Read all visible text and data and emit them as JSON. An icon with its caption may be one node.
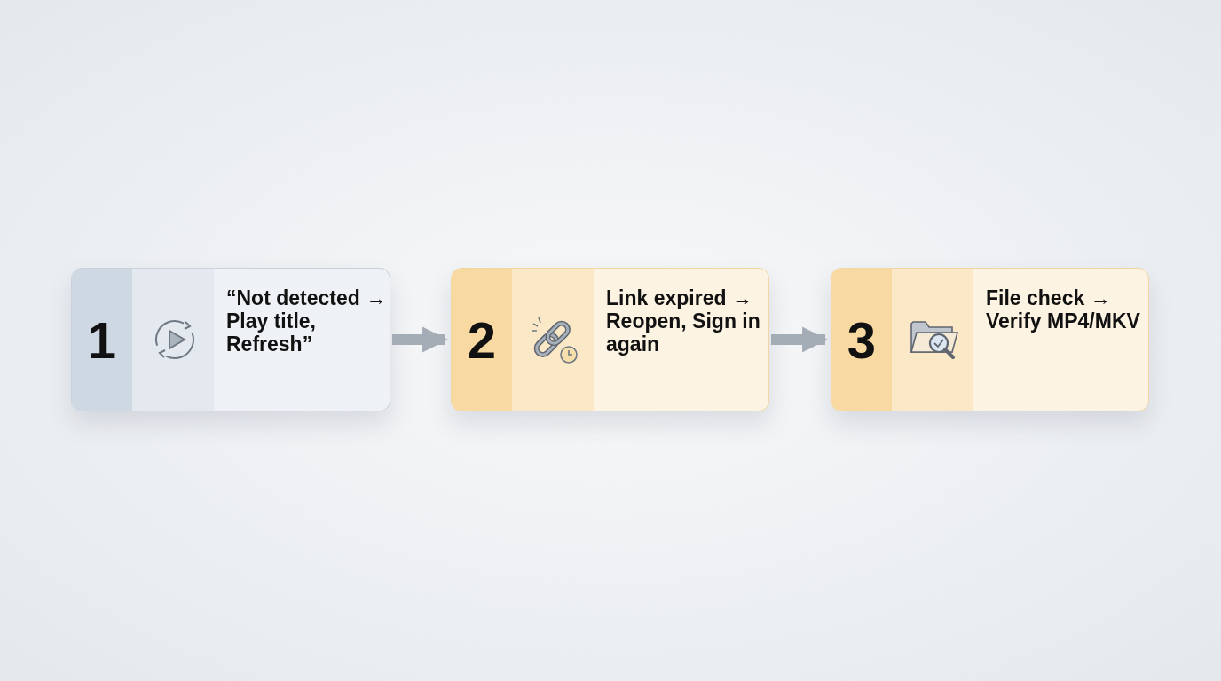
{
  "diagram": {
    "nodes": [
      {
        "text": [
          "1",
          "“Not detected → Play title, Refresh”"
        ]
      },
      {
        "text": [
          "2",
          "Link expired → Reopen, Sign in again"
        ]
      },
      {
        "text": [
          "3",
          "File check → Verify MP4/MKV"
        ]
      }
    ],
    "edges": [
      {
        "from": 0,
        "to": 1,
        "arrow": "to"
      },
      {
        "from": 1,
        "to": 2,
        "arrow": "to"
      }
    ]
  }
}
